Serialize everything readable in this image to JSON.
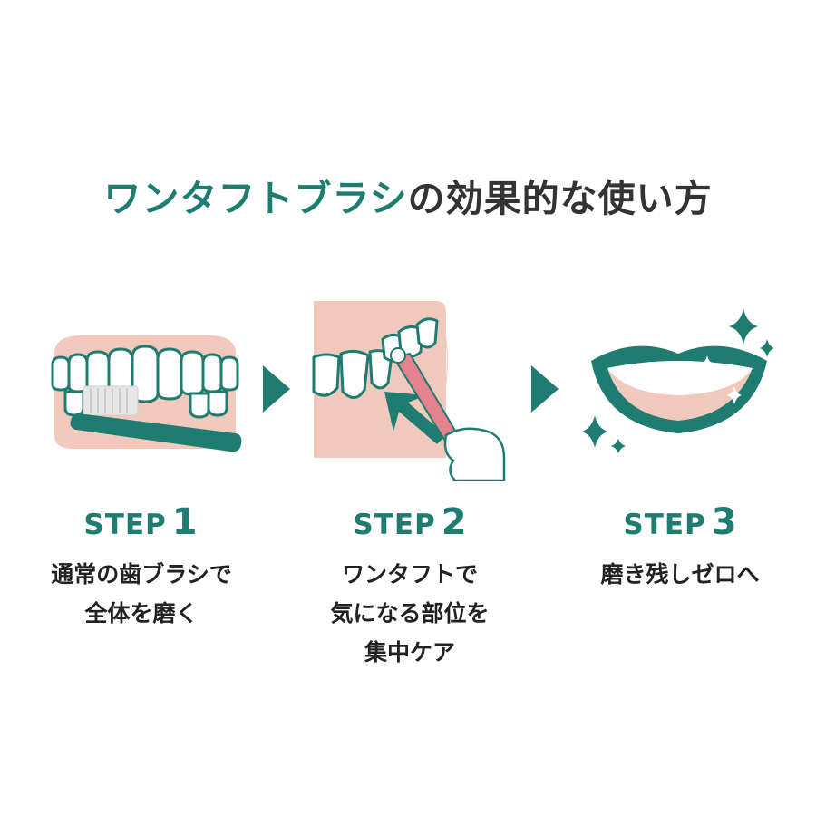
{
  "title": {
    "accent": "ワンタフトブラシ",
    "rest": "の効果的な使い方"
  },
  "colors": {
    "accent": "#1f7c70",
    "gum": "#f2c9bd",
    "text": "#222222",
    "brush_pink": "#e4828d"
  },
  "steps": [
    {
      "word": "STEP",
      "number": "1",
      "lines": [
        "通常の歯ブラシで",
        "全体を磨く"
      ]
    },
    {
      "word": "STEP",
      "number": "2",
      "lines": [
        "ワンタフトで",
        "気になる部位を",
        "集中ケア"
      ]
    },
    {
      "word": "STEP",
      "number": "3",
      "lines": [
        "磨き残しゼロへ"
      ]
    }
  ],
  "icons": [
    "teeth-brushing-illustration",
    "onetuft-brush-illustration",
    "clean-smile-illustration",
    "chevron-right-icon",
    "sparkle-icon"
  ]
}
